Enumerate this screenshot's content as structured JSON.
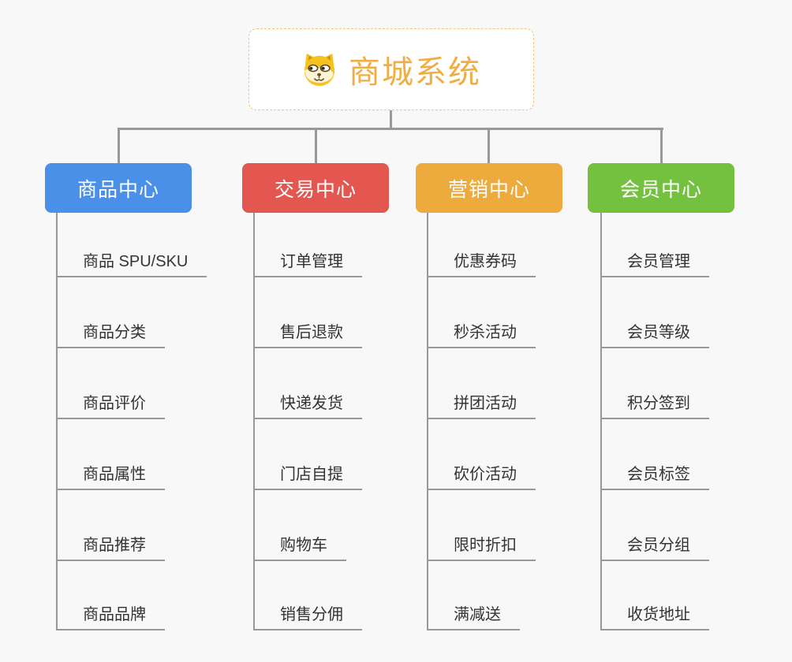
{
  "page": {
    "background_color": "#f8f8f8",
    "connector_color": "#999999",
    "leaf_text_color": "#333333"
  },
  "root": {
    "title": "商城系统",
    "icon": "shiba-dog-icon",
    "text_color": "#f0ad43",
    "border_color": "#f3c37c"
  },
  "branches": [
    {
      "label": "商品中心",
      "color": "#4a90e8",
      "items": [
        "商品 SPU/SKU",
        "商品分类",
        "商品评价",
        "商品属性",
        "商品推荐",
        "商品品牌"
      ]
    },
    {
      "label": "交易中心",
      "color": "#e45750",
      "items": [
        "订单管理",
        "售后退款",
        "快递发货",
        "门店自提",
        "购物车",
        "销售分佣"
      ]
    },
    {
      "label": "营销中心",
      "color": "#edaa3d",
      "items": [
        "优惠券码",
        "秒杀活动",
        "拼团活动",
        "砍价活动",
        "限时折扣",
        "满减送"
      ]
    },
    {
      "label": "会员中心",
      "color": "#73c13f",
      "items": [
        "会员管理",
        "会员等级",
        "积分签到",
        "会员标签",
        "会员分组",
        "收货地址"
      ]
    }
  ]
}
